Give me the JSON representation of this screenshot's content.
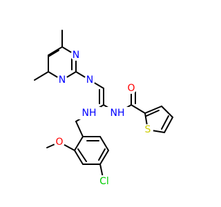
{
  "colors": {
    "carbon": "#000000",
    "nitrogen": "#0000ff",
    "oxygen": "#ff0000",
    "sulfur": "#cccc00",
    "chlorine": "#00cc00",
    "background": "#ffffff"
  },
  "atoms": {
    "n_pyr_1": "N",
    "n_pyr_2": "N",
    "n_imine": "N",
    "nh_left": "NH",
    "nh_right": "NH",
    "o_carbonyl": "O",
    "o_methoxy": "O",
    "s_thiophene": "S",
    "cl": "Cl"
  }
}
